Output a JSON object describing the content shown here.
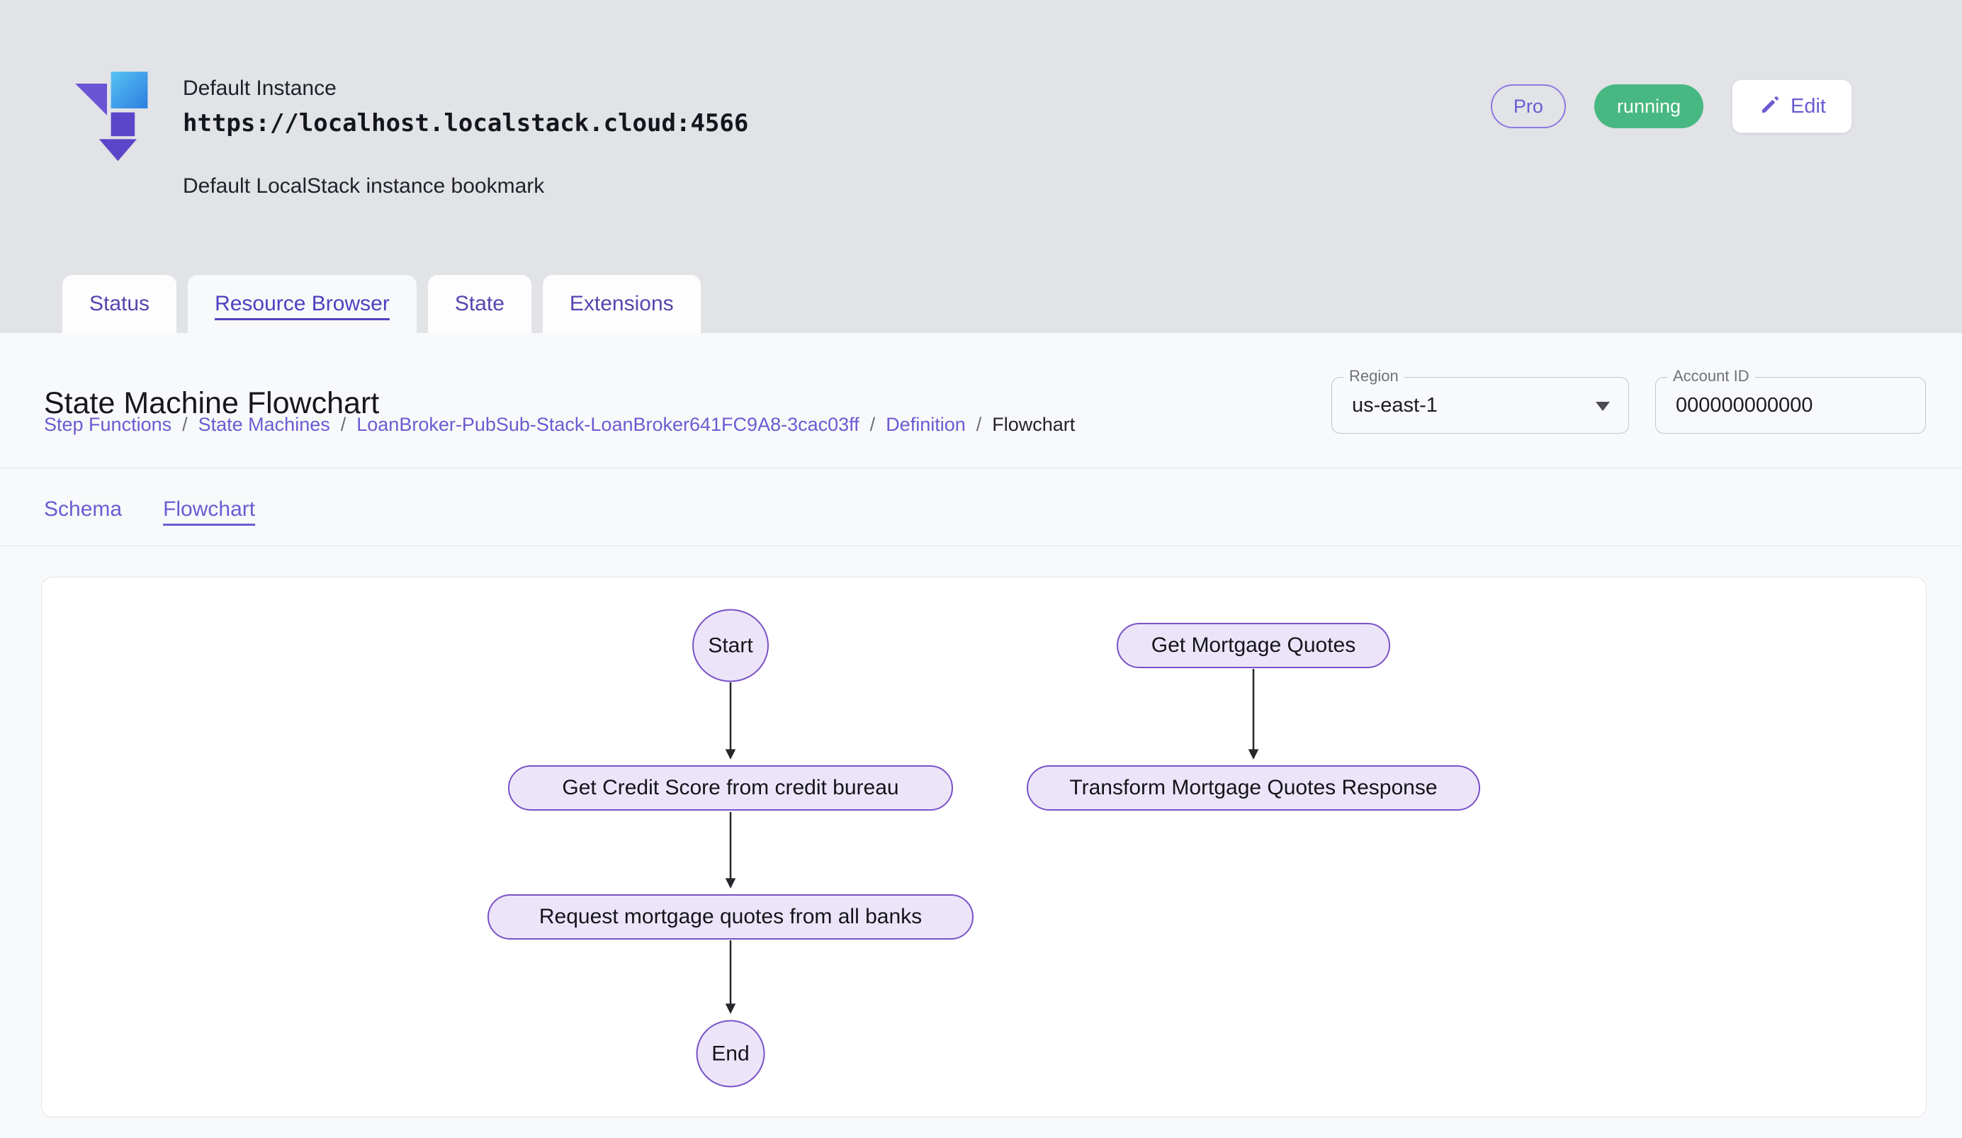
{
  "header": {
    "instance_name": "Default Instance",
    "instance_url": "https://localhost.localstack.cloud:4566",
    "instance_description": "Default LocalStack instance bookmark",
    "pro_badge": "Pro",
    "status_badge": "running",
    "edit_button": "Edit"
  },
  "tabs": [
    {
      "label": "Status",
      "active": false
    },
    {
      "label": "Resource Browser",
      "active": true
    },
    {
      "label": "State",
      "active": false
    },
    {
      "label": "Extensions",
      "active": false
    }
  ],
  "page": {
    "title": "State Machine Flowchart",
    "breadcrumb": [
      "Step Functions",
      "State Machines",
      "LoanBroker-PubSub-Stack-LoanBroker641FC9A8-3cac03ff",
      "Definition",
      "Flowchart"
    ],
    "breadcrumb_separator": "/",
    "region_label": "Region",
    "region_value": "us-east-1",
    "account_label": "Account ID",
    "account_value": "000000000000"
  },
  "subtabs": [
    {
      "label": "Schema",
      "active": false
    },
    {
      "label": "Flowchart",
      "active": true
    }
  ],
  "flowchart": {
    "nodes": [
      {
        "id": "start",
        "label": "Start",
        "shape": "circle"
      },
      {
        "id": "get-credit-score",
        "label": "Get Credit Score from credit bureau",
        "shape": "pill"
      },
      {
        "id": "request-mortgage-quotes",
        "label": "Request mortgage quotes from all banks",
        "shape": "pill"
      },
      {
        "id": "end",
        "label": "End",
        "shape": "circle"
      },
      {
        "id": "get-mortgage-quotes",
        "label": "Get Mortgage Quotes",
        "shape": "pill"
      },
      {
        "id": "transform-mortgage-quotes-response",
        "label": "Transform Mortgage Quotes Response",
        "shape": "pill"
      }
    ],
    "edges": [
      {
        "from": "start",
        "to": "get-credit-score"
      },
      {
        "from": "get-credit-score",
        "to": "request-mortgage-quotes"
      },
      {
        "from": "request-mortgage-quotes",
        "to": "end"
      },
      {
        "from": "get-mortgage-quotes",
        "to": "transform-mortgage-quotes-response"
      }
    ]
  },
  "colors": {
    "accent_purple": "#6b5bd2",
    "node_fill": "#ece5fa",
    "node_border": "#7a52c7",
    "running_green": "#47b881",
    "header_bg": "#e1e3e6",
    "content_bg": "#f8f9fa"
  }
}
